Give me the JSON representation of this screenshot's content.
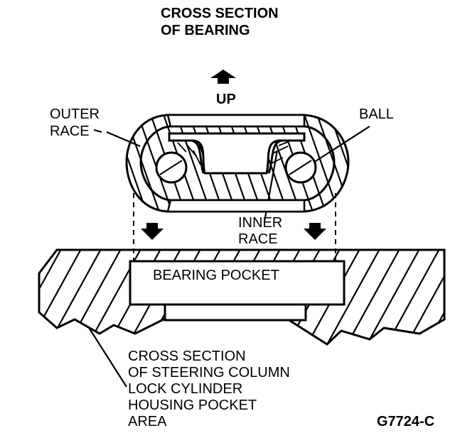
{
  "title": [
    "CROSS SECTION",
    "OF BEARING"
  ],
  "up_label": "UP",
  "labels": {
    "outer_race": [
      "OUTER",
      "RACE"
    ],
    "ball": "BALL",
    "inner_race": [
      "INNER",
      "RACE"
    ],
    "bearing_pocket": "BEARING POCKET",
    "pocket_area": [
      "CROSS SECTION",
      "OF STEERING COLUMN",
      "LOCK CYLINDER",
      "HOUSING POCKET",
      "AREA"
    ]
  },
  "figure_code": "G7724-C",
  "icons": [
    "up-arrow-icon",
    "down-arrow-icon"
  ]
}
